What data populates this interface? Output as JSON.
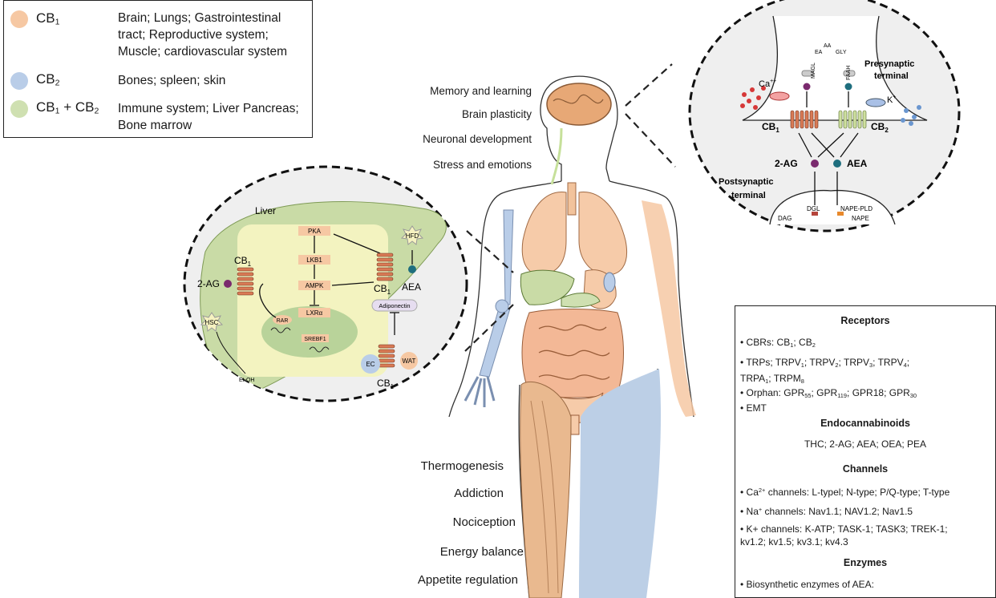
{
  "legend": {
    "rows": [
      {
        "name": "CB",
        "sub": "1",
        "desc": "Brain; Lungs; Gastrointestinal tract; Reproductive system; Muscle; cardiovascular system",
        "color": "#f6c8a3"
      },
      {
        "name": "CB",
        "sub": "2",
        "desc": "Bones; spleen; skin",
        "color": "#b9cde8"
      },
      {
        "name_a": "CB",
        "sub_a": "1",
        "plus": " + ",
        "name_b": "CB",
        "sub_b": "2",
        "desc": "Immune system; Liver Pancreas; Bone marrow",
        "color": "#cfe0b1"
      }
    ]
  },
  "brain_functions": [
    "Memory and learning",
    "Brain plasticity",
    "Neuronal development",
    "Stress and emotions"
  ],
  "body_functions": [
    "Thermogenesis",
    "Addiction",
    "Nociception",
    "Energy balance",
    "Appetite regulation"
  ],
  "liver_inset": {
    "title": "Liver",
    "pka": "PKA",
    "lkb1": "LKB1",
    "ampk": "AMPK",
    "lxra": "LXRα",
    "srebf1": "SREBF1",
    "rar": "RAR",
    "hfd": "HFD",
    "hsc": "HSC",
    "aea": "AEA",
    "two_ag": "2-AG",
    "cb": "CB",
    "cb_sub": "1",
    "adiponectin": "Adiponectin",
    "ec": "EC",
    "wat": "WAT",
    "etoh": "Et-OH"
  },
  "synapse_inset": {
    "presynaptic": "Presynaptic",
    "terminal": "terminal",
    "postsynaptic": "Postsynaptic",
    "ca": "Ca",
    "ca_sup": "++",
    "k": "K",
    "k_sup": "+",
    "magl": "MAGL",
    "faah": "FAAH",
    "ea": "EA",
    "aa": "AA",
    "gly": "GLY",
    "cb": "CB",
    "cb1_sub": "1",
    "cb2_sub": "2",
    "two_ag": "2-AG",
    "aea": "AEA",
    "dgl": "DGL",
    "dag": "DAG",
    "nape_pld": "NAPE-PLD",
    "nape": "NAPE"
  },
  "panel": {
    "receptors_title": "Receptors",
    "cbrs_a": "• CBRs: CB",
    "cbrs_s1": "1",
    "cbrs_b": "; CB",
    "cbrs_s2": "2",
    "trps_a": "• TRPs; TRPV",
    "trps_s1": "1",
    "trps_b": "; TRPV",
    "trps_s2": "2",
    "trps_c": "; TRPV",
    "trps_s3": "3",
    "trps_d": "; TRPV",
    "trps_s4": "4",
    "trps_e": ";",
    "trpa_a": "TRPA",
    "trpa_s1": "1",
    "trpa_b": "; TRPM",
    "trpa_s8": "8",
    "orphan_a": "• Orphan: GPR",
    "orphan_s1": "55",
    "orphan_b": "; GPR",
    "orphan_s2": "119",
    "orphan_c": "; GPR18; GPR",
    "orphan_s3": "30",
    "emt": "• EMT",
    "endo_title": "Endocannabinoids",
    "endo_list": "THC; 2-AG; AEA; OEA; PEA",
    "channels_title": "Channels",
    "ca_a": "• Ca",
    "ca_sup": "2+",
    "ca_b": " channels: L-typel; N-type; P/Q-type; T-type",
    "na_a": "• Na",
    "na_sup": "+",
    "na_b": " channels: Nav1.1; NAV1.2; Nav1.5",
    "k_line1": "• K+ channels: K-ATP; TASK-1; TASK3; TREK-1;",
    "k_line2": "kv1.2; kv1.5; kv3.1; kv4.3",
    "enzymes_title": "Enzymes",
    "enzymes_item": "• Biosynthetic enzymes of AEA:"
  },
  "colors": {
    "cb1": "#f6c8a3",
    "cb2": "#b9cde8",
    "cb12": "#cfe0b1",
    "liver": "#c9dba6",
    "cell": "#f3f3c0",
    "nucleus": "#b9d39a",
    "inset_bg": "#efefef"
  }
}
